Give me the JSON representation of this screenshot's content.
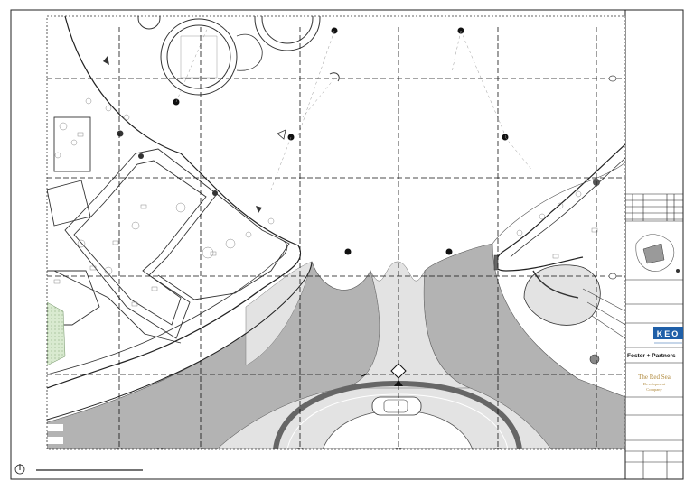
{
  "title_block": {
    "keo_logo": "KEO",
    "architect": "Foster + Partners",
    "client_line1": "The Red Sea",
    "client_line2": "Development",
    "client_line3": "Company",
    "keo_color": "#1f5fa8",
    "client_color": "#b08a3e"
  },
  "drawing": {
    "paving_dark": "#b3b3b3",
    "paving_light": "#e3e3e3",
    "hatch_green": "#cfe3c3",
    "gridline_style": "dashed"
  }
}
